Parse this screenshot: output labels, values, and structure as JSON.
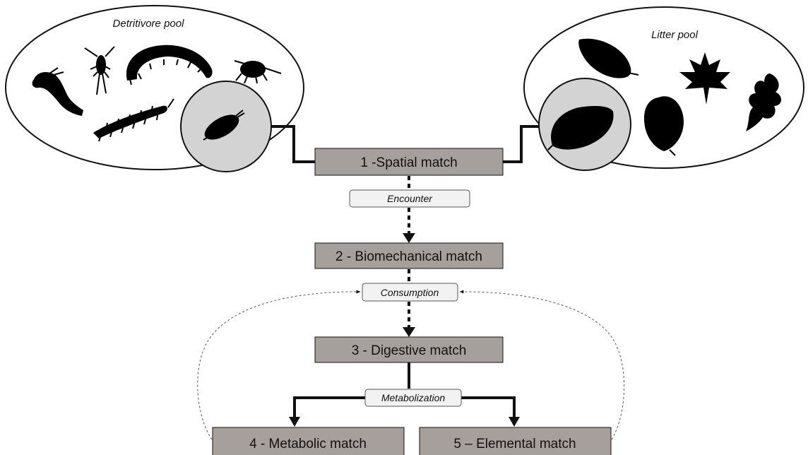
{
  "pools": {
    "detritivore_label": "Detritivore pool",
    "litter_label": "Litter pool"
  },
  "stages": {
    "s1": "1 -Spatial match",
    "s2": "2 - Biomechanical match",
    "s3": "3 - Digestive match",
    "s4": "4 - Metabolic match",
    "s5": "5 – Elemental match"
  },
  "processes": {
    "encounter": "Encounter",
    "consumption": "Consumption",
    "metabolization": "Metabolization"
  },
  "icons": {
    "detritivores": [
      "centipede-silhouette",
      "springtail-silhouette",
      "millipede-silhouette",
      "isopod-silhouette",
      "millipede-silhouette",
      "woodlouse-silhouette"
    ],
    "leaves": [
      "leaf-silhouette",
      "maple-leaf-silhouette",
      "oak-leaf-silhouette",
      "leaf-silhouette",
      "leaf-silhouette"
    ]
  },
  "colors": {
    "stage_box": "#a6a09c",
    "label_box": "#f2f2f2",
    "selected_circle": "#d3d3d3",
    "line": "#111111"
  }
}
